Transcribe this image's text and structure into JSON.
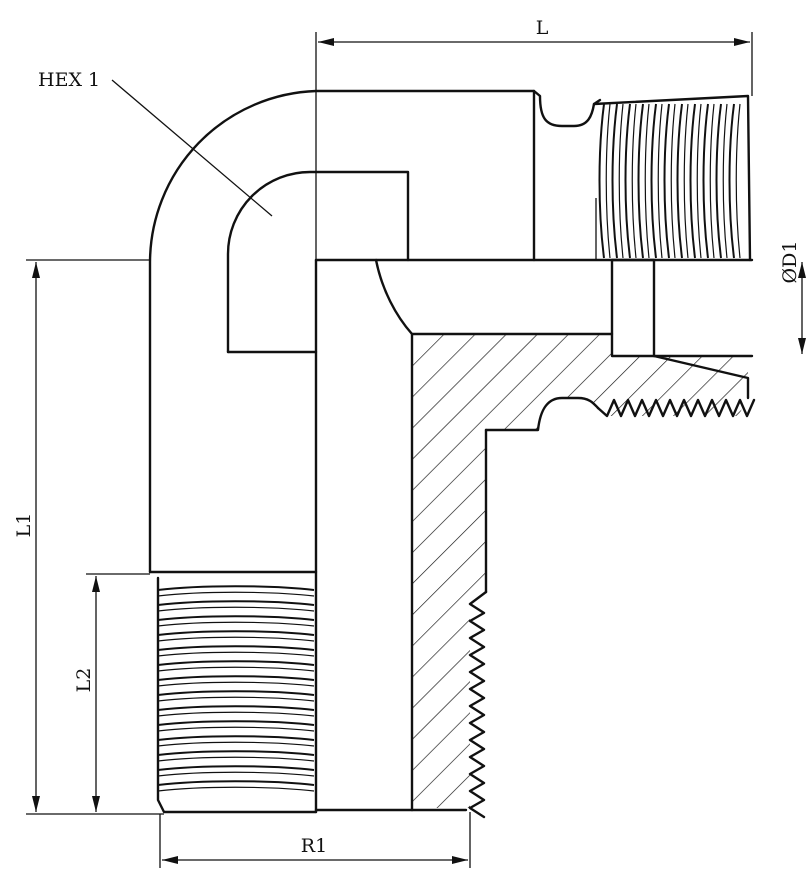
{
  "labels": {
    "hex": "HEX 1",
    "length": "L",
    "length1": "L1",
    "length2": "L2",
    "diameter": "ØD1",
    "thread": "R1"
  }
}
